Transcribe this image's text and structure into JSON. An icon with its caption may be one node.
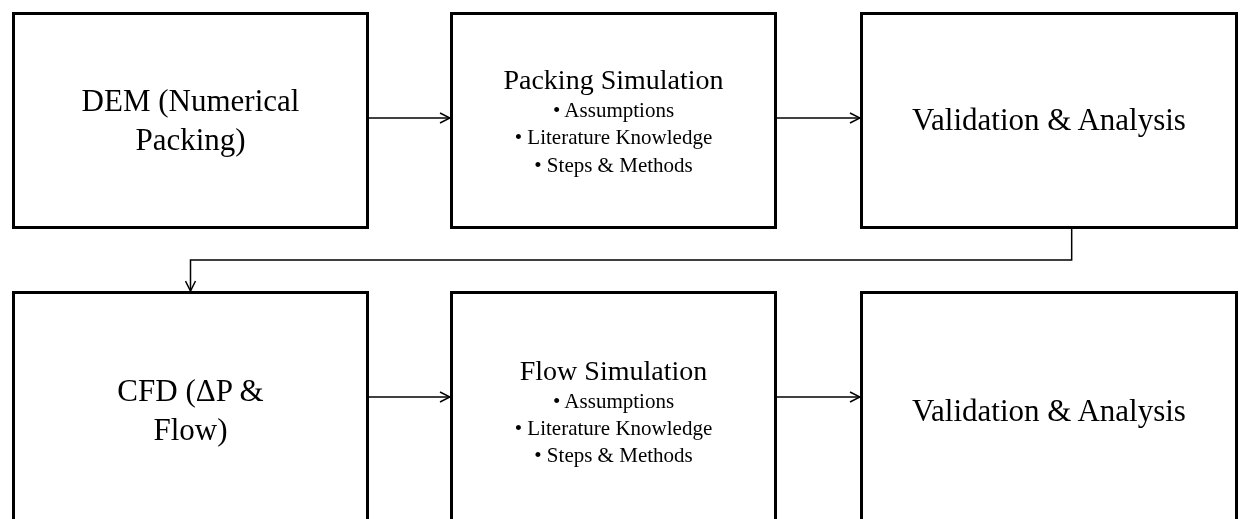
{
  "diagram": {
    "nodes": [
      {
        "text": [
          "DEM (Numerical Packing)"
        ]
      },
      {
        "text": [
          "Packing Simulation",
          "• Assumptions",
          "• Literature Knowledge",
          "• Steps & Methods"
        ]
      },
      {
        "text": [
          "Validation & Analysis"
        ]
      },
      {
        "text": [
          "CFD (ΔP & Flow)"
        ]
      },
      {
        "text": [
          "Flow Simulation",
          "• Assumptions",
          "• Literature Knowledge",
          "• Steps & Methods"
        ]
      },
      {
        "text": [
          "Validation & Analysis"
        ]
      }
    ],
    "edges": [
      {
        "from": 0,
        "to": 1,
        "arrow": "to"
      },
      {
        "from": 1,
        "to": 2,
        "arrow": "to"
      },
      {
        "from": 2,
        "to": 3,
        "arrow": "to"
      },
      {
        "from": 3,
        "to": 4,
        "arrow": "to"
      },
      {
        "from": 4,
        "to": 5,
        "arrow": "to"
      }
    ]
  }
}
